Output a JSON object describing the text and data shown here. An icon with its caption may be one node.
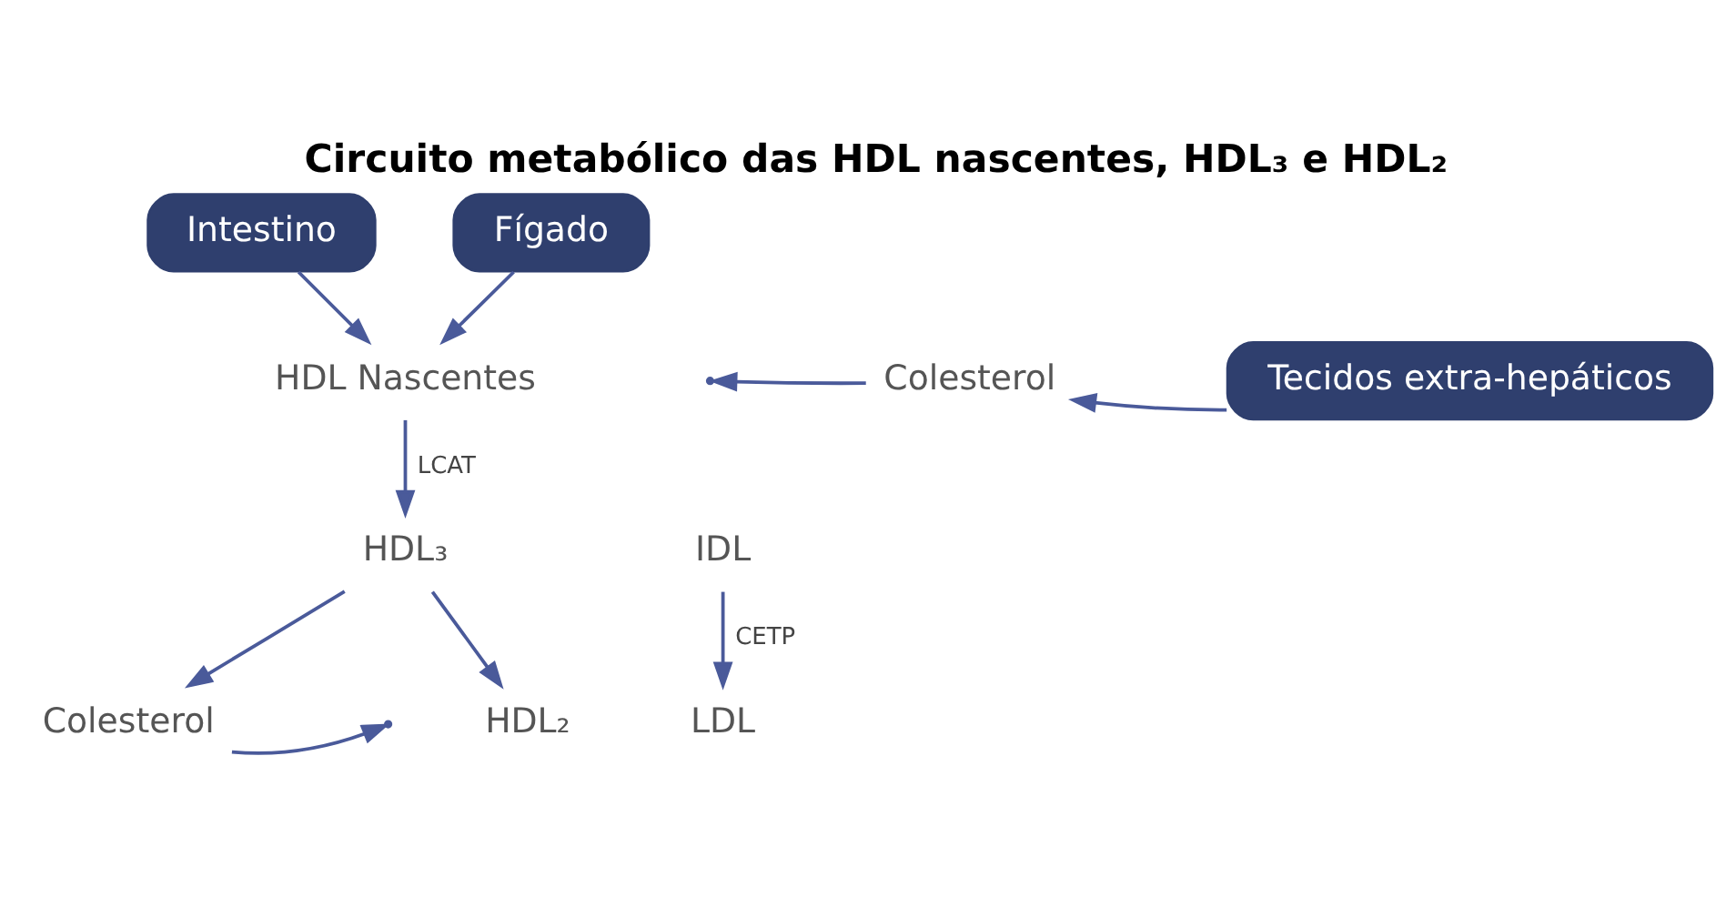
{
  "diagram": {
    "title": "Circuito metabólico das HDL nascentes, HDL₃ e HDL₂",
    "nodes": [
      {
        "text": [
          "Intestino"
        ]
      },
      {
        "text": [
          "Fígado"
        ]
      },
      {
        "text": [
          "HDL Nascentes"
        ]
      },
      {
        "text": [
          "Colesterol"
        ]
      },
      {
        "text": [
          "Tecidos extra-hepáticos"
        ]
      },
      {
        "text": [
          "HDL₃"
        ]
      },
      {
        "text": [
          "Colesterol"
        ]
      },
      {
        "text": [
          "IDL"
        ]
      },
      {
        "text": [
          "HDL₂"
        ]
      },
      {
        "text": [
          "LDL"
        ]
      }
    ],
    "edges": [
      {
        "from": 0,
        "to": 2,
        "arrow": "to"
      },
      {
        "from": 1,
        "to": 2,
        "arrow": "to"
      },
      {
        "from": 4,
        "to": 3,
        "arrow": "to"
      },
      {
        "from": 3,
        "to": null,
        "arrow": "to"
      },
      {
        "from": 2,
        "to": 5,
        "arrow": "to",
        "label": "LCAT"
      },
      {
        "from": 5,
        "to": 6,
        "arrow": "to"
      },
      {
        "from": 5,
        "to": 8,
        "arrow": "to"
      },
      {
        "from": 6,
        "to": null,
        "arrow": "to"
      },
      {
        "from": 7,
        "to": 9,
        "arrow": "to",
        "label": "CETP"
      }
    ]
  }
}
